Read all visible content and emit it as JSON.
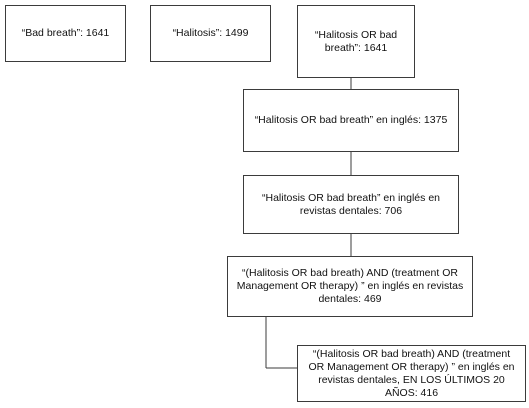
{
  "boxes": {
    "bad_breath": "“Bad breath”: 1641",
    "halitosis": "“Halitosis”: 1499",
    "halitosis_or_bad_breath": "“Halitosis OR bad breath”: 1641",
    "english": "“Halitosis OR bad breath” en inglés: 1375",
    "dental_journals": "“Halitosis OR bad breath” en inglés en revistas dentales: 706",
    "treatment": "“(Halitosis OR bad breath) AND (treatment OR Management OR therapy) ” en inglés en revistas dentales: 469",
    "last_20_years": "“(Halitosis OR bad breath) AND (treatment OR Management OR therapy) ” en inglés en revistas dentales, EN LOS ÚLTIMOS 20 AÑOS: 416"
  }
}
